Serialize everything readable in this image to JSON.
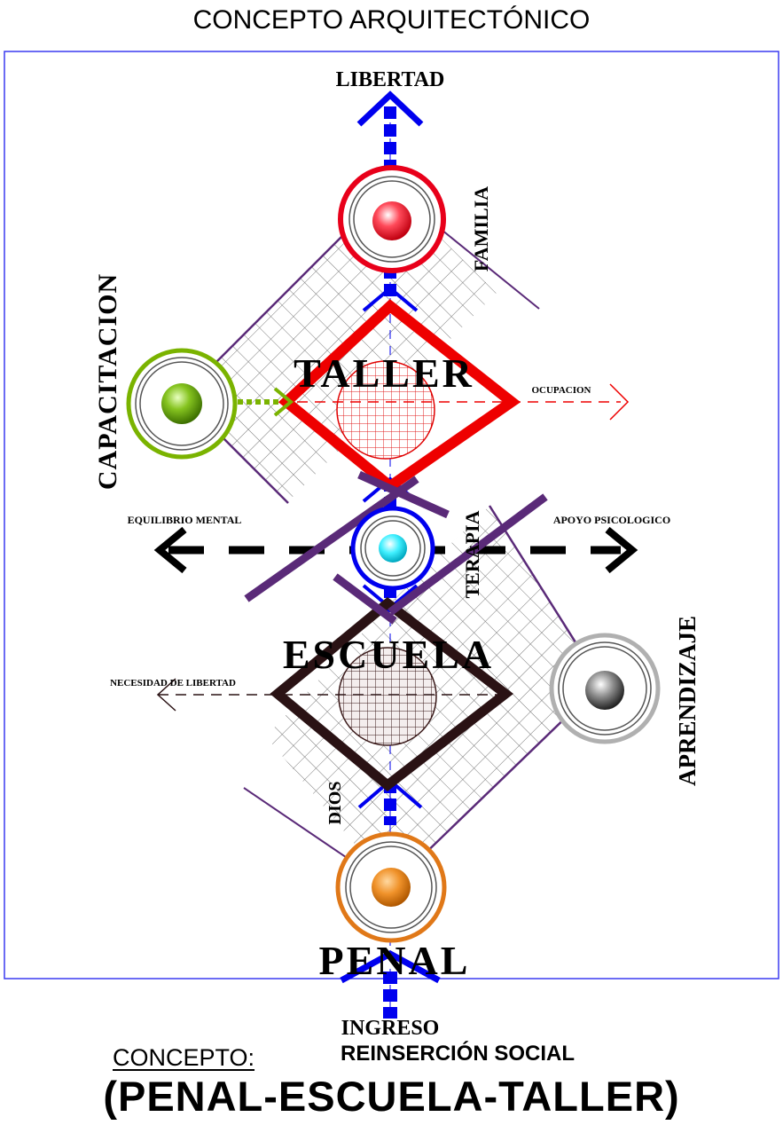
{
  "title": "CONCEPTO ARQUITECTÓNICO",
  "labels": {
    "top": "LIBERTAD",
    "bottom": "INGRESO",
    "taller": "TALLER",
    "escuela": "ESCUELA",
    "penal": "PENAL",
    "familia": "FAMILIA",
    "capacitacion": "CAPACITACION",
    "terapia": "TERAPIA",
    "aprendizaje": "APRENDIZAJE",
    "dios": "DIOS",
    "ocupacion": "OCUPACION",
    "equilibrio": "EQUILIBRIO MENTAL",
    "apoyo": "APOYO PSICOLOGICO",
    "necesidad": "NECESIDAD DE LIBERTAD"
  },
  "footer": {
    "concept_label": "CONCEPTO:",
    "concept_value": "REINSERCIÓN SOCIAL",
    "subtitle": "(PENAL-ESCUELA-TALLER)"
  },
  "colors": {
    "axis_blue": "#0000ee",
    "taller_red": "#ee0000",
    "escuela_dark": "#2a1214",
    "purple": "#5a2a78",
    "capacitacion_green": "#7ab300",
    "familia_red": "#e8001a",
    "terapia_cyan": "#00e0f0",
    "aprendizaje_gray": "#555555",
    "penal_orange": "#e07818"
  }
}
